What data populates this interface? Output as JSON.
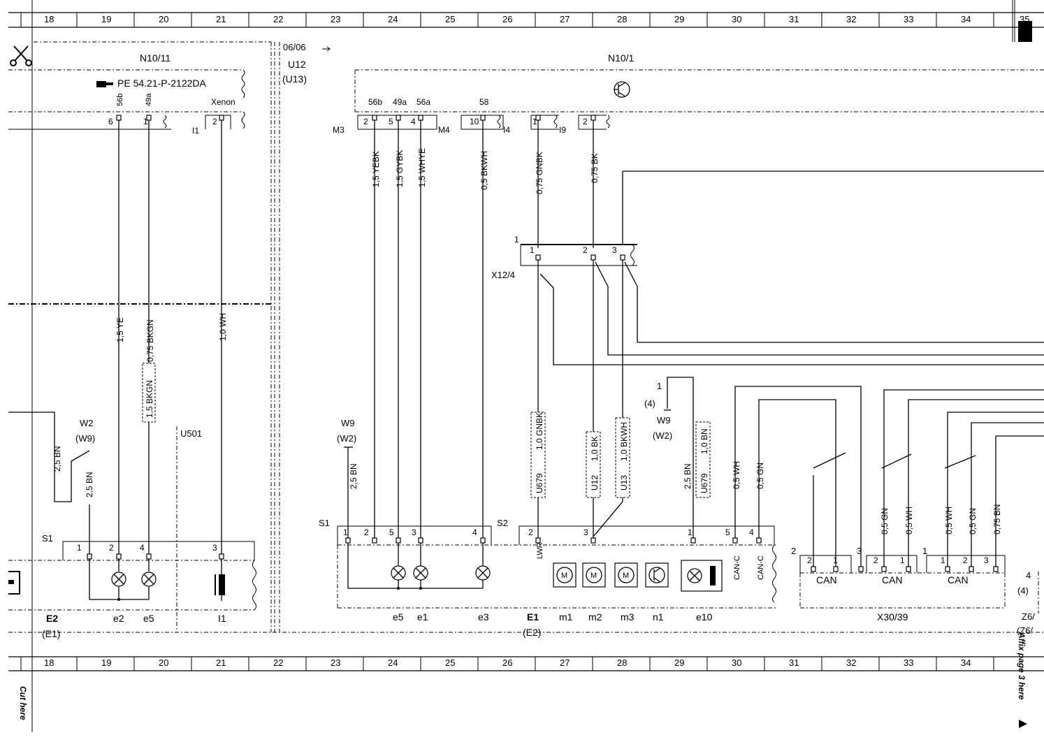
{
  "grid": {
    "columns": [
      "18",
      "19",
      "20",
      "21",
      "22",
      "23",
      "24",
      "25",
      "26",
      "27",
      "28",
      "29",
      "30",
      "31",
      "32",
      "33",
      "34",
      "35"
    ]
  },
  "markers": {
    "cut_here": "Cut here",
    "affix_page": "Affix page 3 here",
    "page_ref": "06/06"
  },
  "modules": {
    "left_module": "N10/11",
    "left_ref": "PE 54.21-P-2122DA",
    "right_module": "N10/1",
    "u12": "U12",
    "u13": "(U13)",
    "u501": "U501",
    "x12": "X12/4",
    "x30": "X30/39"
  },
  "left_pins": {
    "p56b": "56b",
    "p49a": "49a",
    "xenon": "Xenon",
    "n6": "6",
    "n1": "1",
    "n2": "2",
    "i1": "I1"
  },
  "right_pins": {
    "p56b": "56b",
    "p49a": "49a",
    "p56a": "56a",
    "p58": "58",
    "n2": "2",
    "n5": "5",
    "n4": "4",
    "n10": "10",
    "n1": "1",
    "n2b": "2",
    "m3": "M3",
    "m4": "M4",
    "i4": "I4",
    "i9": "I9"
  },
  "wires": {
    "w15ye": "1,5 YE",
    "w075bkgn": "0,75 BKGN",
    "w10wh": "1,0 WH",
    "w15bkgn": "1,5 BKGN",
    "w25bn_a": "2,5 BN",
    "w25bn_b": "2,5 BN",
    "w15yebk": "1,5 YEBK",
    "w15gybk": "1,5 GYBK",
    "w15whye": "1,5 WHYE",
    "w05bkwh": "0,5 BKWH",
    "w075gnbk": "0,75 GNBK",
    "w075bk": "0,75 BK",
    "w10gnbk": "1,0 GNBK",
    "w10bk": "1,0 BK",
    "w10bkwh": "1,0 BKWH",
    "w10bn": "1,0 BN",
    "u679a": "U679",
    "u12w": "U12",
    "u13w": "U13",
    "u679b": "U679",
    "w25bn_c": "2,5 BN",
    "w25bn_d": "2,5 BN",
    "w05wh_a": "0,5 WH",
    "w05gn_a": "0,5 GN",
    "w05gn_b": "0,5 GN",
    "w05wh_b": "0,5 WH",
    "w05wh_c": "0,5 WH",
    "w05gn_c": "0,5 GN",
    "w075bn": "0,75 BN"
  },
  "grounds": {
    "w2": "W2",
    "w9p": "(W9)",
    "w9": "W9",
    "w2p": "(W2)",
    "w9b": "W9",
    "w2pb": "(W2)",
    "one": "1",
    "four": "(4)"
  },
  "x12pins": {
    "a": "1",
    "b": "2",
    "c": "3",
    "top": "1"
  },
  "connectors": {
    "s1": "S1",
    "s2": "S2",
    "s1b": "S1",
    "ln1": "1",
    "ln2": "2",
    "ln4": "4",
    "ln3": "3",
    "r1": "1",
    "r2": "2",
    "r5": "5",
    "r3": "3",
    "r4": "4",
    "s2_2": "2",
    "s2_3": "3",
    "s2_1": "1",
    "s2_5": "5",
    "s2_4": "4",
    "lwr": "LWR",
    "canc1": "CAN-C",
    "canc2": "CAN-C",
    "can": "CAN",
    "x2": "2",
    "x1": "1",
    "x3": "3",
    "x4": "4",
    "x4p": "(4)",
    "g2": "2",
    "g1": "1",
    "g3": "3",
    "z6": "Z6/",
    "z6p": "(Z6/"
  },
  "components": {
    "e2": "E2",
    "e1p": "(E1)",
    "e2c": "e2",
    "e5c": "e5",
    "i1c": "I1",
    "e5": "e5",
    "e1": "e1",
    "e3": "e3",
    "E1": "E1",
    "E2p": "(E2)",
    "m1": "m1",
    "m2": "m2",
    "m3": "m3",
    "n1": "n1",
    "e10": "e10"
  }
}
